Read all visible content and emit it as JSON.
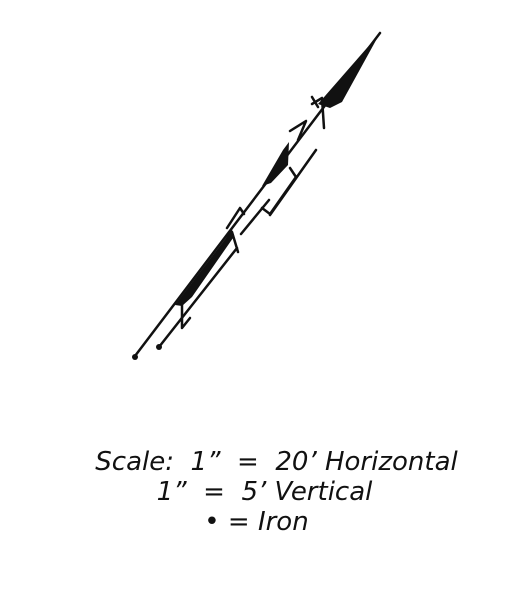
{
  "scale_note": {
    "line1": "Scale:  1”  =  20’ Horizontal",
    "line2": "1”  =  5’ Vertical",
    "line3": "• = Iron"
  },
  "colors": {
    "ink": "#111111",
    "background": "#ffffff"
  }
}
